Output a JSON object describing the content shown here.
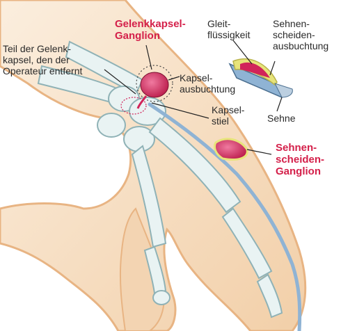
{
  "labels": {
    "capsule_part": "Teil der Gelenk-\nkapsel, den der\nOperateur entfernt",
    "joint_ganglion": "Gelenkkapsel-\nGanglion",
    "synovial_fluid": "Gleit-\nflüssigkeit",
    "sheath_bulge": "Sehnen-\nscheiden-\nausbuchtung",
    "capsule_bulge": "Kapsel-\nausbuchtung",
    "capsule_stalk": "Kapsel-\nstiel",
    "tendon": "Sehne",
    "sheath_ganglion": "Sehnen-\nscheiden-\nGanglion"
  },
  "colors": {
    "skin": "#f4dcc0",
    "skin_edge": "#e8b483",
    "bone": "#e9f3f3",
    "bone_edge": "#8fb2b6",
    "ganglion": "#d1245a",
    "sheath_yellow": "#e7e47a",
    "tendon_blue": "#8fb3d4",
    "label_red": "#d4204a"
  }
}
